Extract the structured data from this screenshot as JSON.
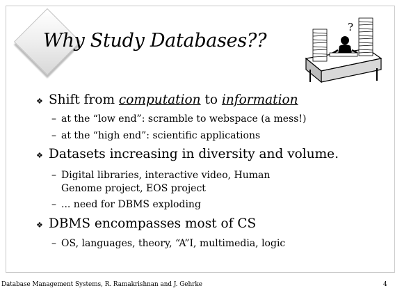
{
  "slide": {
    "title": "Why Study Databases??",
    "clipart_mark": "?",
    "bullets": [
      {
        "prefix": "Shift from ",
        "em1": "computation",
        "middle": " to ",
        "em2": "information",
        "subs": [
          "at the “low end”: scramble to webspace (a mess!)",
          "at the “high end”: scientific applications"
        ]
      },
      {
        "text": "Datasets increasing in diversity and volume.",
        "subs": [
          "Digital libraries, interactive video, Human Genome project, EOS project",
          "... need for DBMS exploding"
        ]
      },
      {
        "text": "DBMS encompasses most of CS",
        "subs": [
          "OS, languages, theory, “A”I, multimedia, logic"
        ]
      }
    ],
    "bullet_symbol": "❖",
    "dash_symbol": "–"
  },
  "footer": {
    "credit": "Database Management Systems, R. Ramakrishnan and J. Gehrke",
    "page_number": "4"
  }
}
